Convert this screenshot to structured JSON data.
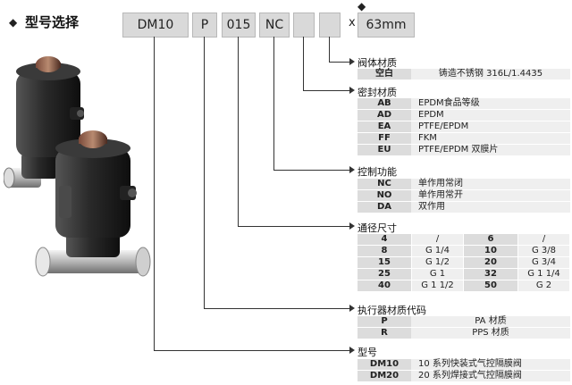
{
  "title": {
    "diamond": "◆",
    "text": "型号选择"
  },
  "code": {
    "boxes": [
      "DM10",
      "P",
      "015",
      "NC",
      "",
      ""
    ],
    "separator": "x",
    "diamond": "◆",
    "size": "63mm"
  },
  "sections": {
    "body_material": {
      "title": "阀体材质",
      "rows": [
        {
          "key": "空白",
          "value": "铸造不锈钢  316L/1.4435"
        }
      ]
    },
    "seal_material": {
      "title": "密封材质",
      "rows": [
        {
          "key": "AB",
          "value": "EPDM食品等级"
        },
        {
          "key": "AD",
          "value": "EPDM"
        },
        {
          "key": "EA",
          "value": "PTFE/EPDM"
        },
        {
          "key": "FF",
          "value": "FKM"
        },
        {
          "key": "EU",
          "value": "PTFE/EPDM  双膜片"
        }
      ]
    },
    "control_function": {
      "title": "控制功能",
      "rows": [
        {
          "key": "NC",
          "value": "单作用常闭"
        },
        {
          "key": "NO",
          "value": "单作用常开"
        },
        {
          "key": "DA",
          "value": "双作用"
        }
      ]
    },
    "bore_size": {
      "title": "通径尺寸",
      "rows": [
        [
          "4",
          "/",
          "6",
          "/"
        ],
        [
          "8",
          "G 1/4",
          "10",
          "G 3/8"
        ],
        [
          "15",
          "G 1/2",
          "20",
          "G 3/4"
        ],
        [
          "25",
          "G 1",
          "32",
          "G 1 1/4"
        ],
        [
          "40",
          "G 1 1/2",
          "50",
          "G 2"
        ]
      ]
    },
    "actuator_material": {
      "title": "执行器材质代码",
      "rows": [
        {
          "key": "P",
          "value": "PA  材质"
        },
        {
          "key": "R",
          "value": "PPS  材质"
        }
      ]
    },
    "model": {
      "title": "型号",
      "rows": [
        {
          "key": "DM10",
          "value": "10  系列快装式气控隔膜阀"
        },
        {
          "key": "DM20",
          "value": "20  系列焊接式气控隔膜阀"
        }
      ]
    }
  },
  "colors": {
    "box_fill": "#d9d9d9",
    "key_cell": "#dcdcdc",
    "value_cell": "#efefef",
    "line": "#333333"
  }
}
